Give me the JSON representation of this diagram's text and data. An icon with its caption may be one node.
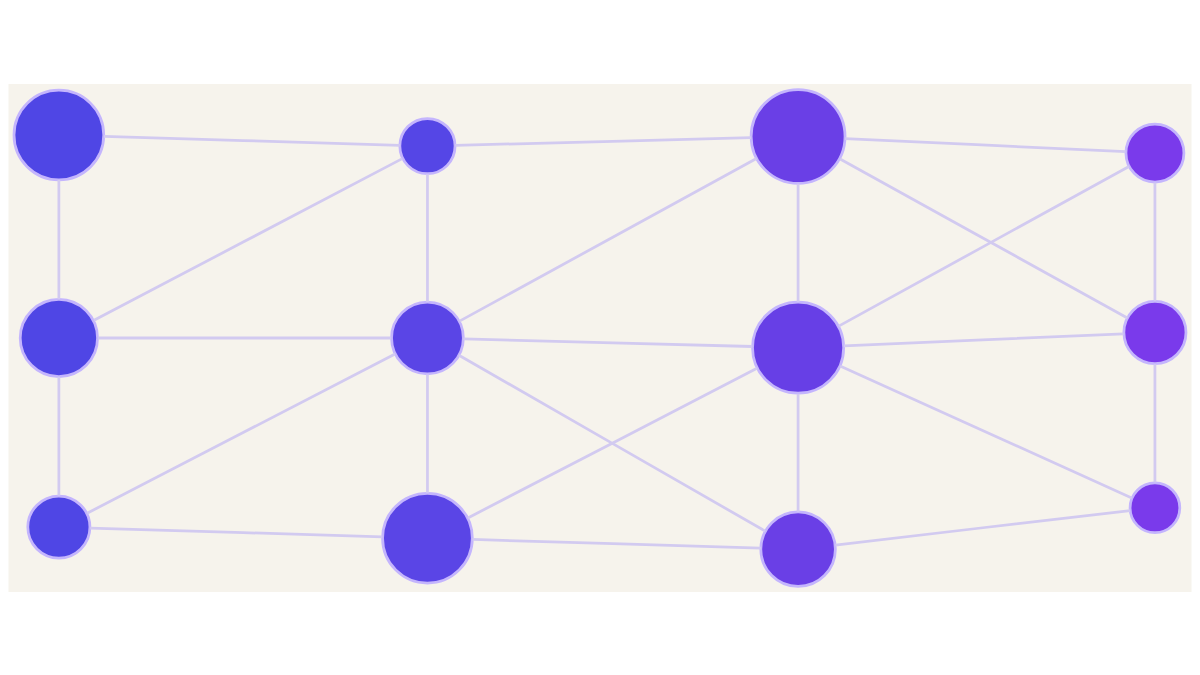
{
  "diagram": {
    "nodes": [
      {
        "text": [],
        "shape": "circle"
      },
      {
        "text": [],
        "shape": "circle"
      },
      {
        "text": [],
        "shape": "circle"
      },
      {
        "text": [],
        "shape": "circle"
      },
      {
        "text": [],
        "shape": "circle"
      },
      {
        "text": [],
        "shape": "circle"
      },
      {
        "text": [],
        "shape": "circle"
      },
      {
        "text": [],
        "shape": "circle"
      },
      {
        "text": [],
        "shape": "circle"
      },
      {
        "text": [],
        "shape": "circle"
      },
      {
        "text": [],
        "shape": "circle"
      },
      {
        "text": [],
        "shape": "circle"
      }
    ],
    "edges": [
      {
        "from": 0,
        "to": 3,
        "arrow": "none"
      },
      {
        "from": 0,
        "to": 1,
        "arrow": "none"
      },
      {
        "from": 1,
        "to": 3,
        "arrow": "none"
      },
      {
        "from": 1,
        "to": 4,
        "arrow": "none"
      },
      {
        "from": 1,
        "to": 2,
        "arrow": "none"
      },
      {
        "from": 2,
        "to": 4,
        "arrow": "none"
      },
      {
        "from": 2,
        "to": 5,
        "arrow": "none"
      },
      {
        "from": 3,
        "to": 4,
        "arrow": "none"
      },
      {
        "from": 3,
        "to": 6,
        "arrow": "none"
      },
      {
        "from": 4,
        "to": 6,
        "arrow": "none"
      },
      {
        "from": 4,
        "to": 7,
        "arrow": "none"
      },
      {
        "from": 4,
        "to": 5,
        "arrow": "none"
      },
      {
        "from": 4,
        "to": 8,
        "arrow": "none"
      },
      {
        "from": 5,
        "to": 7,
        "arrow": "none"
      },
      {
        "from": 5,
        "to": 8,
        "arrow": "none"
      },
      {
        "from": 6,
        "to": 7,
        "arrow": "none"
      },
      {
        "from": 6,
        "to": 9,
        "arrow": "none"
      },
      {
        "from": 6,
        "to": 10,
        "arrow": "none"
      },
      {
        "from": 7,
        "to": 9,
        "arrow": "none"
      },
      {
        "from": 7,
        "to": 10,
        "arrow": "none"
      },
      {
        "from": 7,
        "to": 8,
        "arrow": "none"
      },
      {
        "from": 7,
        "to": 11,
        "arrow": "none"
      },
      {
        "from": 8,
        "to": 11,
        "arrow": "none"
      },
      {
        "from": 9,
        "to": 10,
        "arrow": "none"
      },
      {
        "from": 10,
        "to": 11,
        "arrow": "none"
      }
    ]
  }
}
